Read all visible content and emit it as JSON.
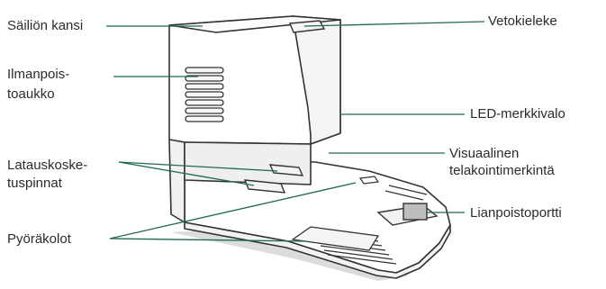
{
  "labels": {
    "tank_lid": "Säiliön kansi",
    "air_vent": [
      "Ilmanpois-",
      "toaukko"
    ],
    "charging_contacts": [
      "Latauskoske-",
      "tuspinnat"
    ],
    "wheel_slots": "Pyöräkolot",
    "pull_tab": "Vetokieleke",
    "led_indicator": "LED-merkkivalo",
    "docking_marker": [
      "Visuaalinen",
      "telakointimerkintä"
    ],
    "debris_port": "Lianpoistoportti"
  },
  "colors": {
    "leader_line": "#1e6b50",
    "outline": "#333333",
    "shadow": "#dedede",
    "body_fill": "#ffffff",
    "panel_fill": "#f2f2f2"
  }
}
